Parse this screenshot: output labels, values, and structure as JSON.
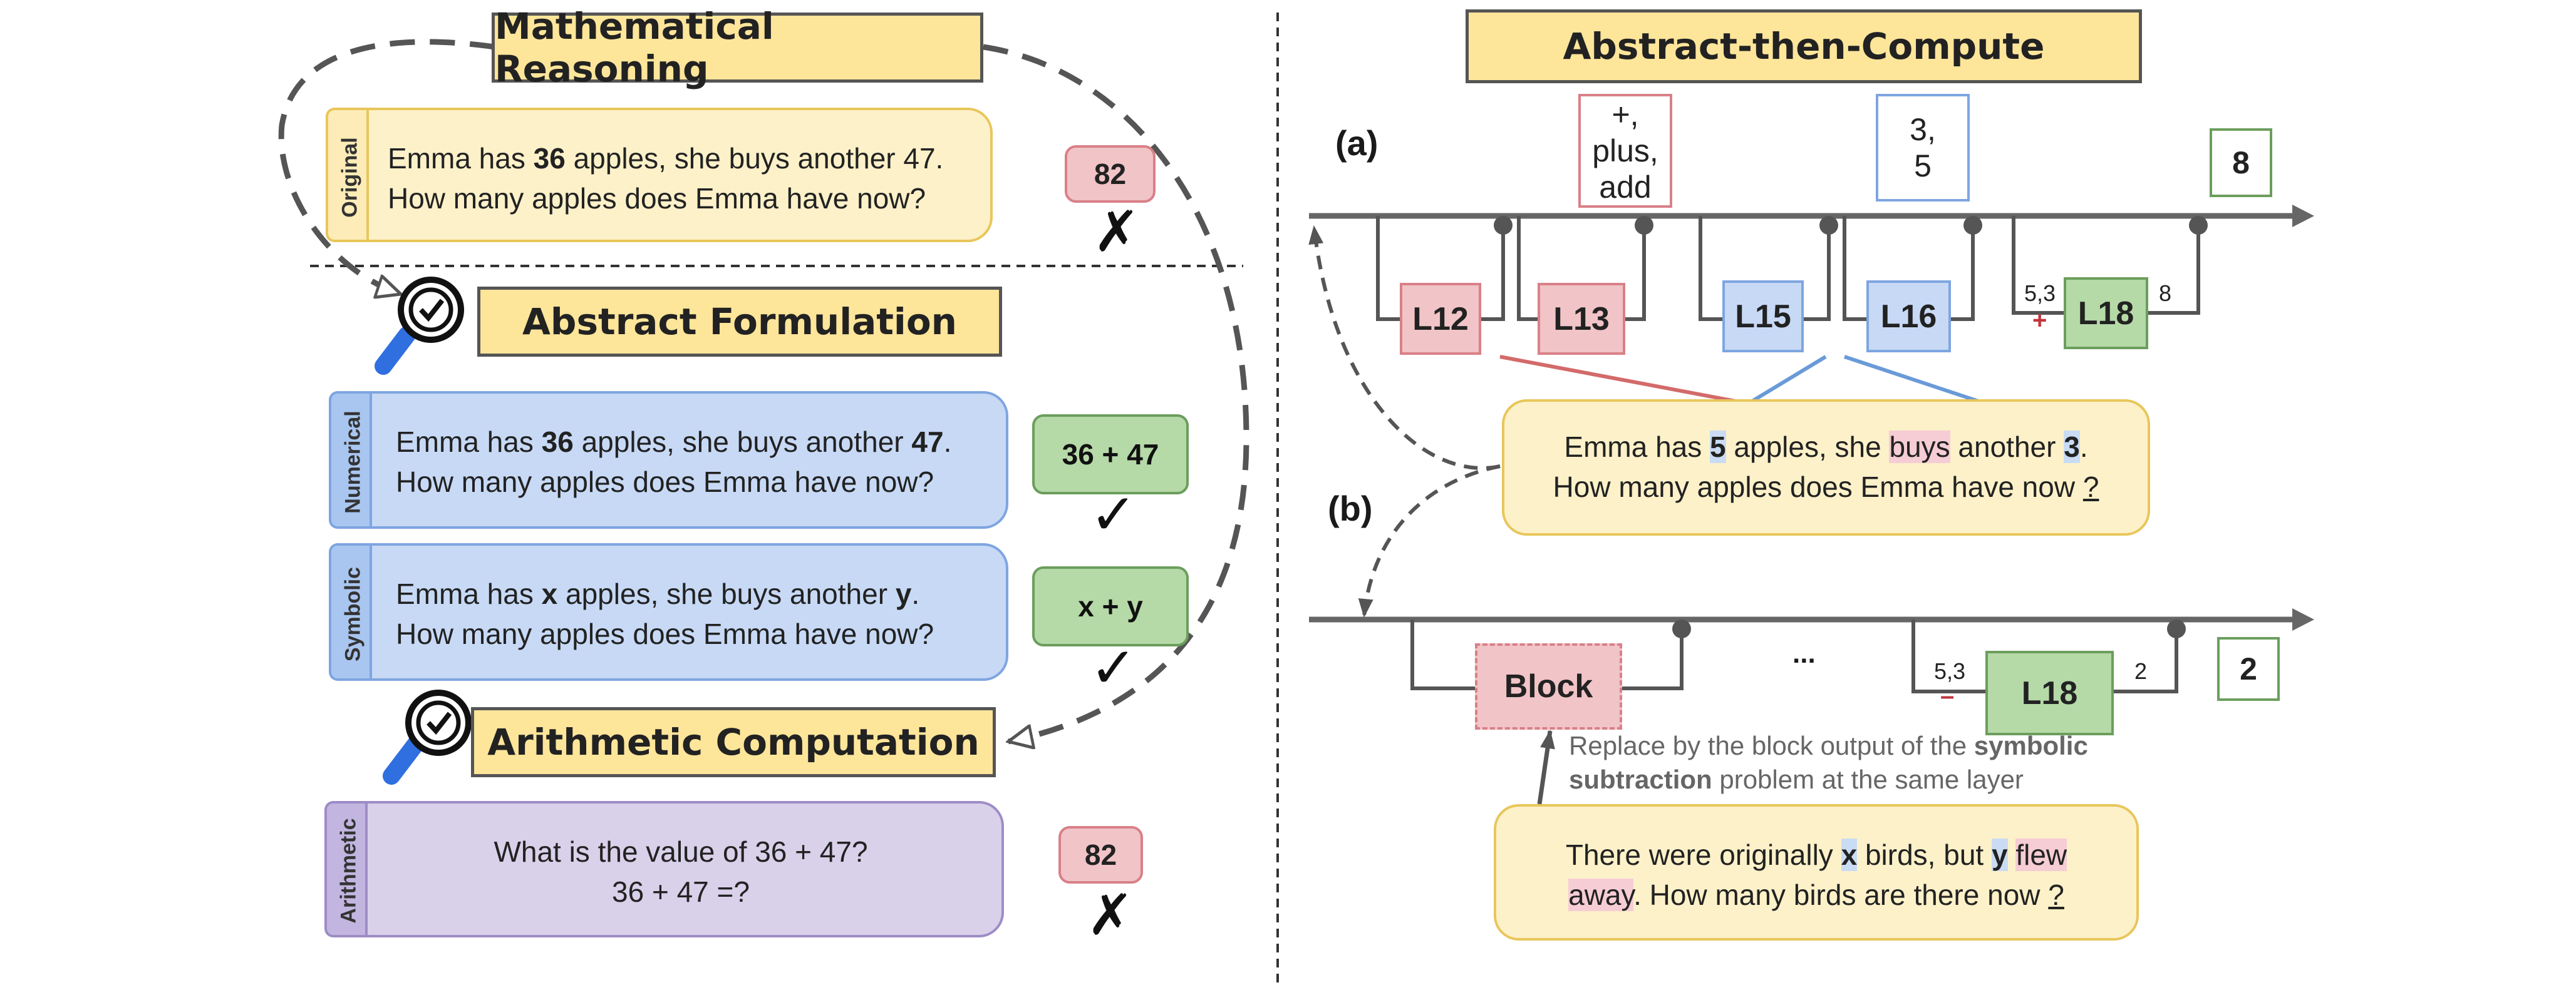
{
  "left": {
    "titles": {
      "math_reasoning": "Mathematical Reasoning",
      "abstract_formulation": "Abstract Formulation",
      "arithmetic_computation": "Arithmetic Computation"
    },
    "original": {
      "tab_label": "Original",
      "line1_pre": "Emma has ",
      "line1_bold": "36",
      "line1_post": " apples, she buys another 47.",
      "line2": "How many apples does Emma have now?",
      "answer": "82",
      "mark": "✗"
    },
    "numerical": {
      "tab_label": "Numerical",
      "line1_pre": "Emma has ",
      "line1_bold1": "36",
      "line1_mid": " apples, she buys another ",
      "line1_bold2": "47",
      "line1_post": ".",
      "line2": "How many apples does Emma have now?",
      "answer": "36 + 47",
      "mark": "✓"
    },
    "symbolic": {
      "tab_label": "Symbolic",
      "line1_pre": "Emma has ",
      "line1_bold1": "x",
      "line1_mid": " apples, she buys another ",
      "line1_bold2": "y",
      "line1_post": ".",
      "line2": "How many apples does Emma have now?",
      "answer": "x + y",
      "mark": "✓"
    },
    "arithmetic": {
      "tab_label": "Arithmetic",
      "line1": "What is the value of 36 + 47?",
      "line2": "36 + 47 =?",
      "answer": "82",
      "mark": "✗"
    }
  },
  "right": {
    "title": "Abstract-then-Compute",
    "part_a": {
      "label": "(a)",
      "top_boxes": {
        "op": "+,\nplus,\nadd",
        "nums": "3,\n5",
        "result": "8"
      },
      "layers": [
        "L12",
        "L13",
        "L15",
        "L16",
        "L18"
      ],
      "l18_in": "5,3",
      "l18_sign": "+",
      "l18_out": "8",
      "prompt": {
        "p1": "Emma has ",
        "n1": "5",
        "p2": " apples, she ",
        "verb": "buys",
        "p3": " another ",
        "n2": "3",
        "p4": ".",
        "line2_pre": "How many apples does Emma have now ",
        "q": "?"
      }
    },
    "part_b": {
      "label": "(b)",
      "block": "Block",
      "dots": "...",
      "l18": "L18",
      "l18_in": "5,3",
      "l18_sign": "–",
      "l18_out": "2",
      "result": "2",
      "note_pre": "Replace by the block output of the ",
      "note_bold1": "symbolic",
      "note_bold2": "subtraction",
      "note_post": " problem at the same layer",
      "prompt": {
        "p1": "There were originally ",
        "x": "x",
        "p2": " birds, but ",
        "y": "y",
        "p3": " ",
        "verb1": "flew",
        "verb2": "away",
        "p4": ". How many birds are there now ",
        "q": "?"
      }
    }
  },
  "colors": {
    "yellow": "#fde59a",
    "yellow_card": "#fdf1c9",
    "blue": "#c7d9f5",
    "purple": "#d9d1ea",
    "green": "#b6d9a8",
    "red": "#f1c4c7",
    "arrow_red": "#d36a6a",
    "arrow_blue": "#6a9ad8"
  }
}
